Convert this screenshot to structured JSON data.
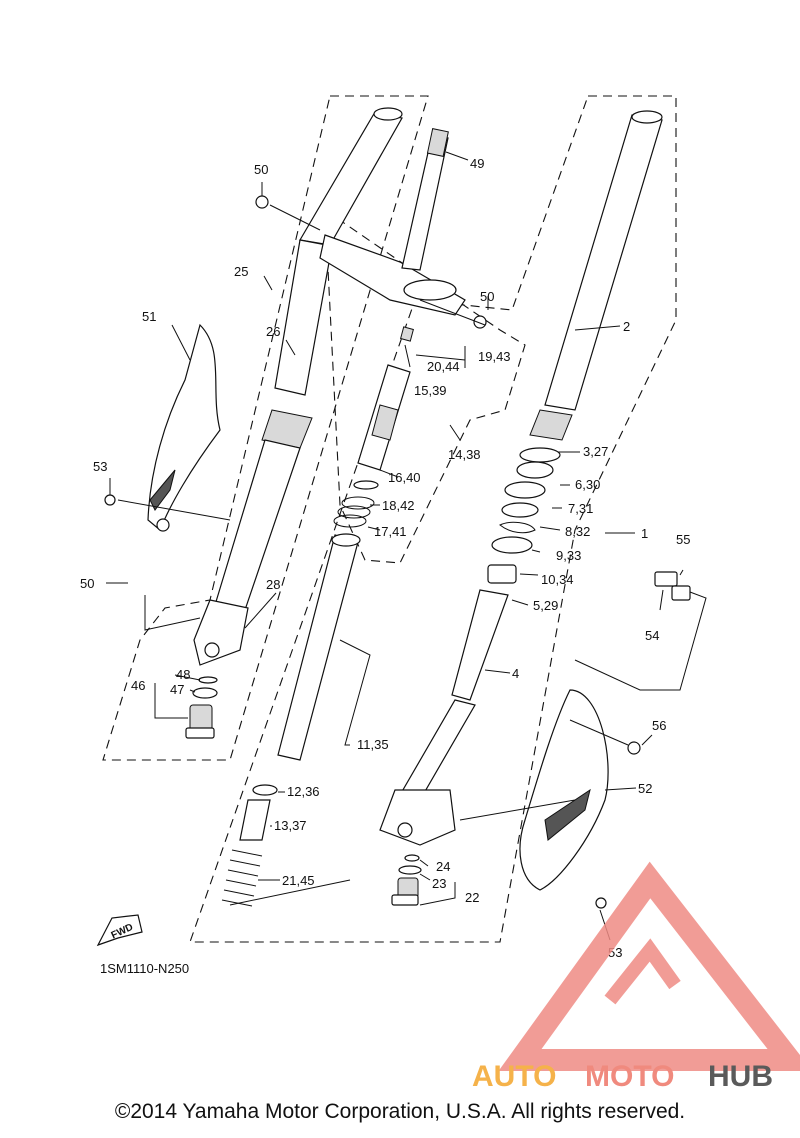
{
  "diagram": {
    "code": "1SM1110-N250",
    "fwd_label": "FWD",
    "callouts": [
      "50",
      "49",
      "25",
      "26",
      "51",
      "53",
      "50",
      "28",
      "48",
      "46",
      "47",
      "50",
      "20,44",
      "19,43",
      "15,39",
      "16,40",
      "14,38",
      "18,42",
      "17,41",
      "11,35",
      "12,36",
      "13,37",
      "21,45",
      "2",
      "3,27",
      "6,30",
      "7,31",
      "1",
      "8,32",
      "9,33",
      "10,34",
      "5,29",
      "4",
      "55",
      "54",
      "56",
      "52",
      "24",
      "23",
      "22",
      "53"
    ]
  },
  "watermark": {
    "text_auto": "AUTO",
    "text_moto": "MOTO",
    "text_hub": "HUB",
    "colors": {
      "logo": "#ef8b84",
      "auto": "#f5b24a",
      "moto": "#f08a7e",
      "hub": "#5a5a5a"
    }
  },
  "copyright": "©2014 Yamaha Motor Corporation, U.S.A. All rights reserved."
}
